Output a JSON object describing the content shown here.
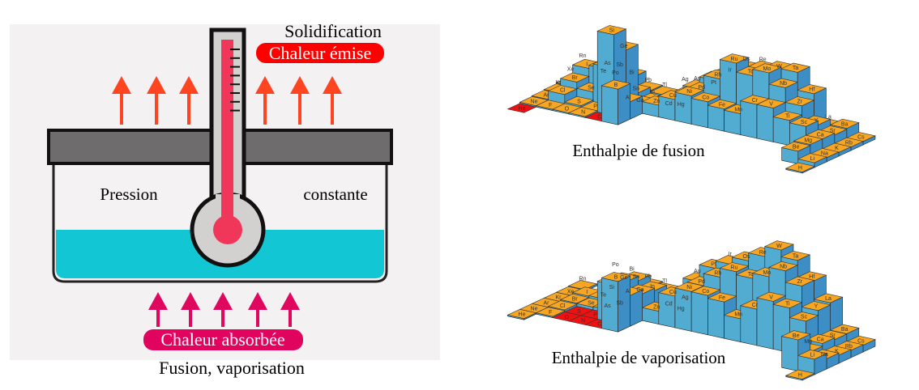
{
  "diagram": {
    "top_label": "Solidification",
    "heat_emitted": "Chaleur émise",
    "left_label": "Pression",
    "right_label": "constante",
    "heat_absorbed": "Chaleur absorbée",
    "bottom_label": "Fusion, vaporisation",
    "colors": {
      "panel": "#f3f1f2",
      "lid": "#6e6c6d",
      "water": "#12c6d4",
      "thermo_red": "#f0375a",
      "arrow_emit": "#ff4422",
      "arrow_absorb": "#e0075e",
      "pill_emit": "#ff0000",
      "pill_absorb": "#e0045e"
    }
  },
  "charts": [
    {
      "title": "Enthalpie de fusion",
      "missing": [
        "He",
        "C"
      ]
    },
    {
      "title": "Enthalpie de vaporisation",
      "missing": [
        "C",
        "N",
        "P",
        "S",
        "O"
      ]
    }
  ],
  "colors": {
    "top": "#f6a623",
    "face_left": "#52acd2",
    "face_right": "#3d8ec4",
    "missing": "#ee1111"
  },
  "elements": [
    [
      "H",
      1,
      1,
      0.12,
      0.9
    ],
    [
      "He",
      18,
      1,
      0.02,
      0.08
    ],
    [
      "Li",
      1,
      2,
      3,
      147
    ],
    [
      "Be",
      2,
      2,
      7.9,
      297
    ],
    [
      "B",
      13,
      2,
      22,
      480
    ],
    [
      "C",
      14,
      2,
      0,
      0
    ],
    [
      "N",
      15,
      2,
      0.7,
      5.6
    ],
    [
      "O",
      16,
      2,
      0.4,
      6.8
    ],
    [
      "F",
      17,
      2,
      0.5,
      6.6
    ],
    [
      "Ne",
      18,
      2,
      0.3,
      1.7
    ],
    [
      "Na",
      1,
      3,
      2.6,
      97
    ],
    [
      "Mg",
      2,
      3,
      8.5,
      128
    ],
    [
      "Al",
      13,
      3,
      10.7,
      293
    ],
    [
      "Si",
      14,
      3,
      50,
      359
    ],
    [
      "P",
      15,
      3,
      0.7,
      12
    ],
    [
      "S",
      16,
      3,
      1.7,
      9.6
    ],
    [
      "Cl",
      17,
      3,
      6.4,
      20
    ],
    [
      "Ar",
      18,
      3,
      1.2,
      6.5
    ],
    [
      "K",
      1,
      4,
      2.3,
      77
    ],
    [
      "Ca",
      2,
      4,
      8.5,
      155
    ],
    [
      "Sc",
      3,
      4,
      14,
      333
    ],
    [
      "Ti",
      4,
      4,
      15.5,
      425
    ],
    [
      "V",
      5,
      4,
      20.9,
      453
    ],
    [
      "Cr",
      6,
      4,
      21,
      345
    ],
    [
      "Mn",
      7,
      4,
      13,
      221
    ],
    [
      "Fe",
      8,
      4,
      13.8,
      347
    ],
    [
      "Co",
      9,
      4,
      16,
      375
    ],
    [
      "Ni",
      10,
      4,
      17.5,
      378
    ],
    [
      "Cu",
      11,
      4,
      13,
      300
    ],
    [
      "Zn",
      12,
      4,
      7.3,
      123
    ],
    [
      "Ga",
      13,
      4,
      5.6,
      254
    ],
    [
      "Ge",
      14,
      4,
      36.9,
      334
    ],
    [
      "As",
      15,
      4,
      24,
      32
    ],
    [
      "Se",
      16,
      4,
      6.7,
      26
    ],
    [
      "Br",
      17,
      4,
      10.6,
      30
    ],
    [
      "Kr",
      18,
      4,
      1.6,
      9
    ],
    [
      "Rb",
      1,
      5,
      2.2,
      69
    ],
    [
      "Sr",
      2,
      5,
      7.4,
      137
    ],
    [
      "Y",
      3,
      5,
      11.4,
      380
    ],
    [
      "Zr",
      4,
      5,
      21,
      580
    ],
    [
      "Nb",
      5,
      5,
      30,
      690
    ],
    [
      "Mo",
      6,
      5,
      37,
      600
    ],
    [
      "Tc",
      7,
      5,
      33,
      550
    ],
    [
      "Ru",
      8,
      5,
      38.6,
      580
    ],
    [
      "Rh",
      9,
      5,
      26.6,
      495
    ],
    [
      "Pd",
      10,
      5,
      16.7,
      380
    ],
    [
      "Ag",
      11,
      5,
      11.3,
      255
    ],
    [
      "Cd",
      12,
      5,
      6.2,
      100
    ],
    [
      "In",
      13,
      5,
      3.3,
      230
    ],
    [
      "Sn",
      14,
      5,
      7,
      290
    ],
    [
      "Sb",
      15,
      5,
      19.7,
      68
    ],
    [
      "Te",
      16,
      5,
      17.5,
      48
    ],
    [
      "I",
      17,
      5,
      15.5,
      42
    ],
    [
      "Xe",
      18,
      5,
      2.3,
      12.6
    ],
    [
      "Cs",
      1,
      6,
      2.1,
      65
    ],
    [
      "Ba",
      2,
      6,
      8,
      140
    ],
    [
      "La",
      3,
      6,
      6.2,
      400
    ],
    [
      "Hf",
      4,
      6,
      25,
      575
    ],
    [
      "Ta",
      5,
      6,
      36,
      735
    ],
    [
      "W",
      6,
      6,
      35,
      800
    ],
    [
      "Re",
      7,
      6,
      33,
      705
    ],
    [
      "Os",
      8,
      6,
      31,
      630
    ],
    [
      "Ir",
      9,
      6,
      26,
      560
    ],
    [
      "Pt",
      10,
      6,
      20,
      490
    ],
    [
      "Au",
      11,
      6,
      12.5,
      330
    ],
    [
      "Hg",
      12,
      6,
      2.3,
      59
    ],
    [
      "Tl",
      13,
      6,
      4.1,
      165
    ],
    [
      "Pb",
      14,
      6,
      4.8,
      178
    ],
    [
      "Bi",
      15,
      6,
      11.3,
      151
    ],
    [
      "Po",
      16,
      6,
      13,
      100
    ],
    [
      "Rn",
      18,
      6,
      3,
      18
    ]
  ]
}
